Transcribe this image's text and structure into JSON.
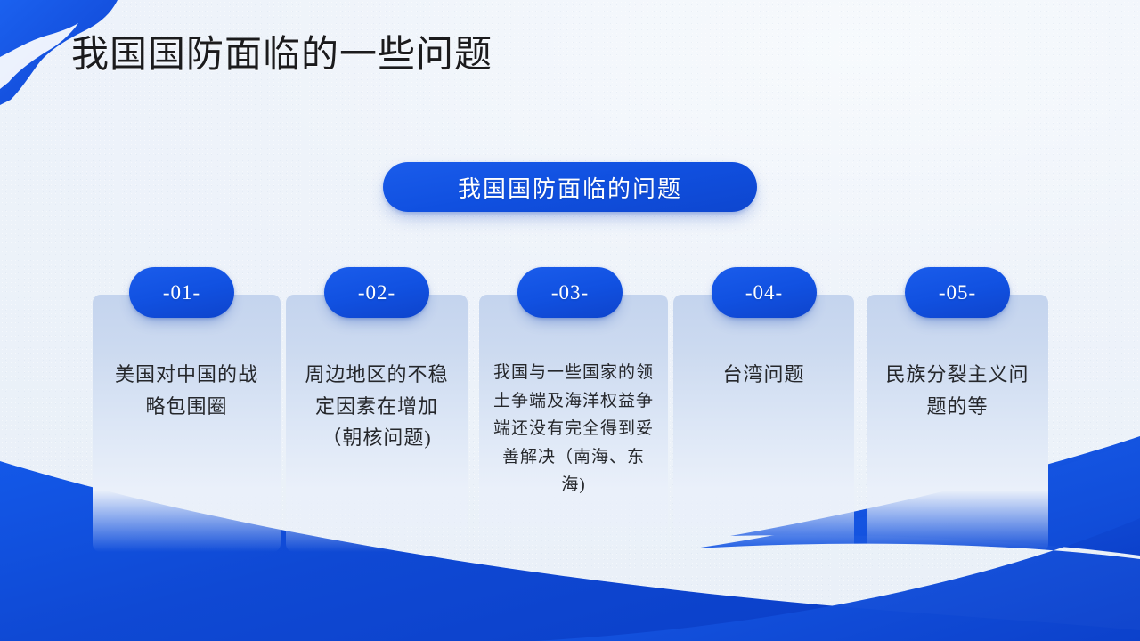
{
  "slide": {
    "title": "我国国防面临的一些问题",
    "center_pill_label": "我国国防面临的问题",
    "colors": {
      "accent_blue": "#1050e0",
      "accent_blue_dark": "#0e44cc",
      "background": "#eef3fa",
      "card_top": "#c4d4ee",
      "text_dark": "#25272b",
      "text_on_blue": "#ffffff"
    }
  },
  "items": [
    {
      "badge": "-01-",
      "text": "美国对中国的战略包围圈",
      "text_size": "lg"
    },
    {
      "badge": "-02-",
      "text": "周边地区的不稳定因素在增加（朝核问题)",
      "text_size": "lg"
    },
    {
      "badge": "-03-",
      "text": "我国与一些国家的领土争端及海洋权益争端还没有完全得到妥善解决（南海、东海)",
      "text_size": "sm"
    },
    {
      "badge": "-04-",
      "text": "台湾问题",
      "text_size": "lg"
    },
    {
      "badge": "-05-",
      "text": "民族分裂主义问题的等",
      "text_size": "lg"
    }
  ],
  "decorations": {
    "top_left_shape": "blue-wave-corner",
    "bottom_shape": "blue-wave-band"
  }
}
